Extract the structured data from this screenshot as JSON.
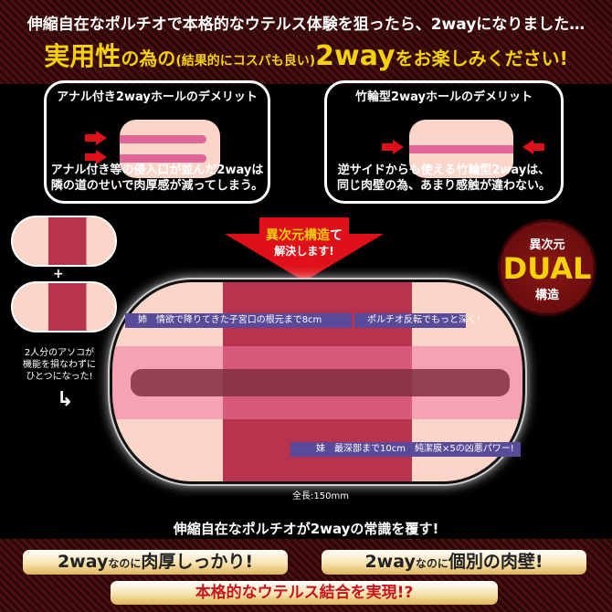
{
  "header": {
    "line1": "伸縮自在なポルチオで本格的なウテルス体験を狙ったら、2wayになりました…",
    "line2": {
      "a": "実用性",
      "b": "の為の",
      "c": "(結果的にコスパも良い)",
      "d": "2way",
      "e": "をお楽しみください!"
    }
  },
  "demerit_boxes": [
    {
      "title": "アナル付き2wayホールのデメリット",
      "desc1": "アナル付き等の侵入口が並んだ2wayは",
      "desc2": "隣の道のせいで肉厚感が減ってしまう。"
    },
    {
      "title": "竹輪型2wayホールのデメリット",
      "desc1": "逆サイドからも使える竹輪型2wayは、",
      "desc2": "同じ肉壁の為、あまり感触が違わない。"
    }
  ],
  "side_note": {
    "plus": "+",
    "text1": "2人分のアソコが",
    "text2": "機能を損なわずに",
    "text3": "ひとつになった!"
  },
  "solution_arrow": {
    "line1a": "異次元構造",
    "line1b": "て",
    "line2": "解決します!"
  },
  "badge": {
    "top": "異次元",
    "main": "DUAL",
    "bottom": "構造"
  },
  "diagram": {
    "arrow_top_1": "姉　情欲で降りてきた子宮口の根元まで8cm",
    "arrow_top_2": "ポルチオ反転でもっと深く!",
    "arrow_bottom": "妹　最深部まで10cm　純潔膜×5の凶悪パワー!",
    "length": "全長:150mm"
  },
  "tagline": "伸縮自在なポルチオが2wayの常識を覆す!",
  "pills": [
    {
      "a": "2way",
      "b": "なのに",
      "c": "肉厚しっかり!"
    },
    {
      "a": "2way",
      "b": "なのに",
      "c": "個別の肉壁!"
    },
    {
      "c": "本格的なウテルス結合を実現!?"
    }
  ],
  "colors": {
    "accent_yellow": "#f5d10a",
    "arrow_red": "#e0101a",
    "stripe_pink": "#e0669a",
    "band_dark": "#b8344e",
    "purple": "#5a4a9a"
  }
}
